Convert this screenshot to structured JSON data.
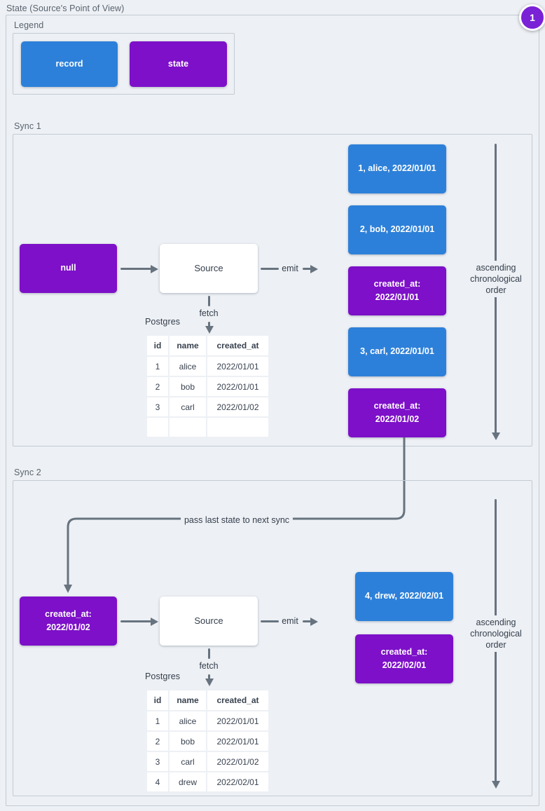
{
  "title": "State (Source's Point of View)",
  "badge": {
    "value": "1"
  },
  "legend": {
    "label": "Legend",
    "record_label": "record",
    "state_label": "state"
  },
  "connector": {
    "label": "pass last state to next sync"
  },
  "order_note": "ascending\nchronological\norder",
  "sync1": {
    "label": "Sync 1",
    "input_state": "null",
    "source_label": "Source",
    "emit_label": "emit",
    "fetch_label": "fetch",
    "db_label": "Postgres",
    "table": {
      "headers": [
        "id",
        "name",
        "created_at"
      ],
      "rows": [
        [
          "1",
          "alice",
          "2022/01/01"
        ],
        [
          "2",
          "bob",
          "2022/01/01"
        ],
        [
          "3",
          "carl",
          "2022/01/02"
        ],
        [
          "",
          "",
          ""
        ]
      ]
    },
    "outputs": [
      {
        "kind": "record",
        "text": "1, alice, 2022/01/01"
      },
      {
        "kind": "record",
        "text": "2, bob, 2022/01/01"
      },
      {
        "kind": "state",
        "text": "created_at:\n2022/01/01"
      },
      {
        "kind": "record",
        "text": "3, carl, 2022/01/01"
      },
      {
        "kind": "state",
        "text": "created_at:\n2022/01/02"
      }
    ]
  },
  "sync2": {
    "label": "Sync 2",
    "input_state": "created_at:\n2022/01/02",
    "source_label": "Source",
    "emit_label": "emit",
    "fetch_label": "fetch",
    "db_label": "Postgres",
    "table": {
      "headers": [
        "id",
        "name",
        "created_at"
      ],
      "rows": [
        [
          "1",
          "alice",
          "2022/01/01"
        ],
        [
          "2",
          "bob",
          "2022/01/01"
        ],
        [
          "3",
          "carl",
          "2022/01/02"
        ],
        [
          "4",
          "drew",
          "2022/02/01"
        ]
      ]
    },
    "outputs": [
      {
        "kind": "record",
        "text": "4, drew, 2022/02/01"
      },
      {
        "kind": "state",
        "text": "created_at:\n2022/02/01"
      }
    ]
  },
  "colors": {
    "record_blue": "#2d80d9",
    "state_purple": "#7d10c8",
    "badge_purple": "#7a22d6",
    "arrow_gray": "#67737f",
    "background": "#edf0f4",
    "frame_border": "#c3cbd4"
  }
}
